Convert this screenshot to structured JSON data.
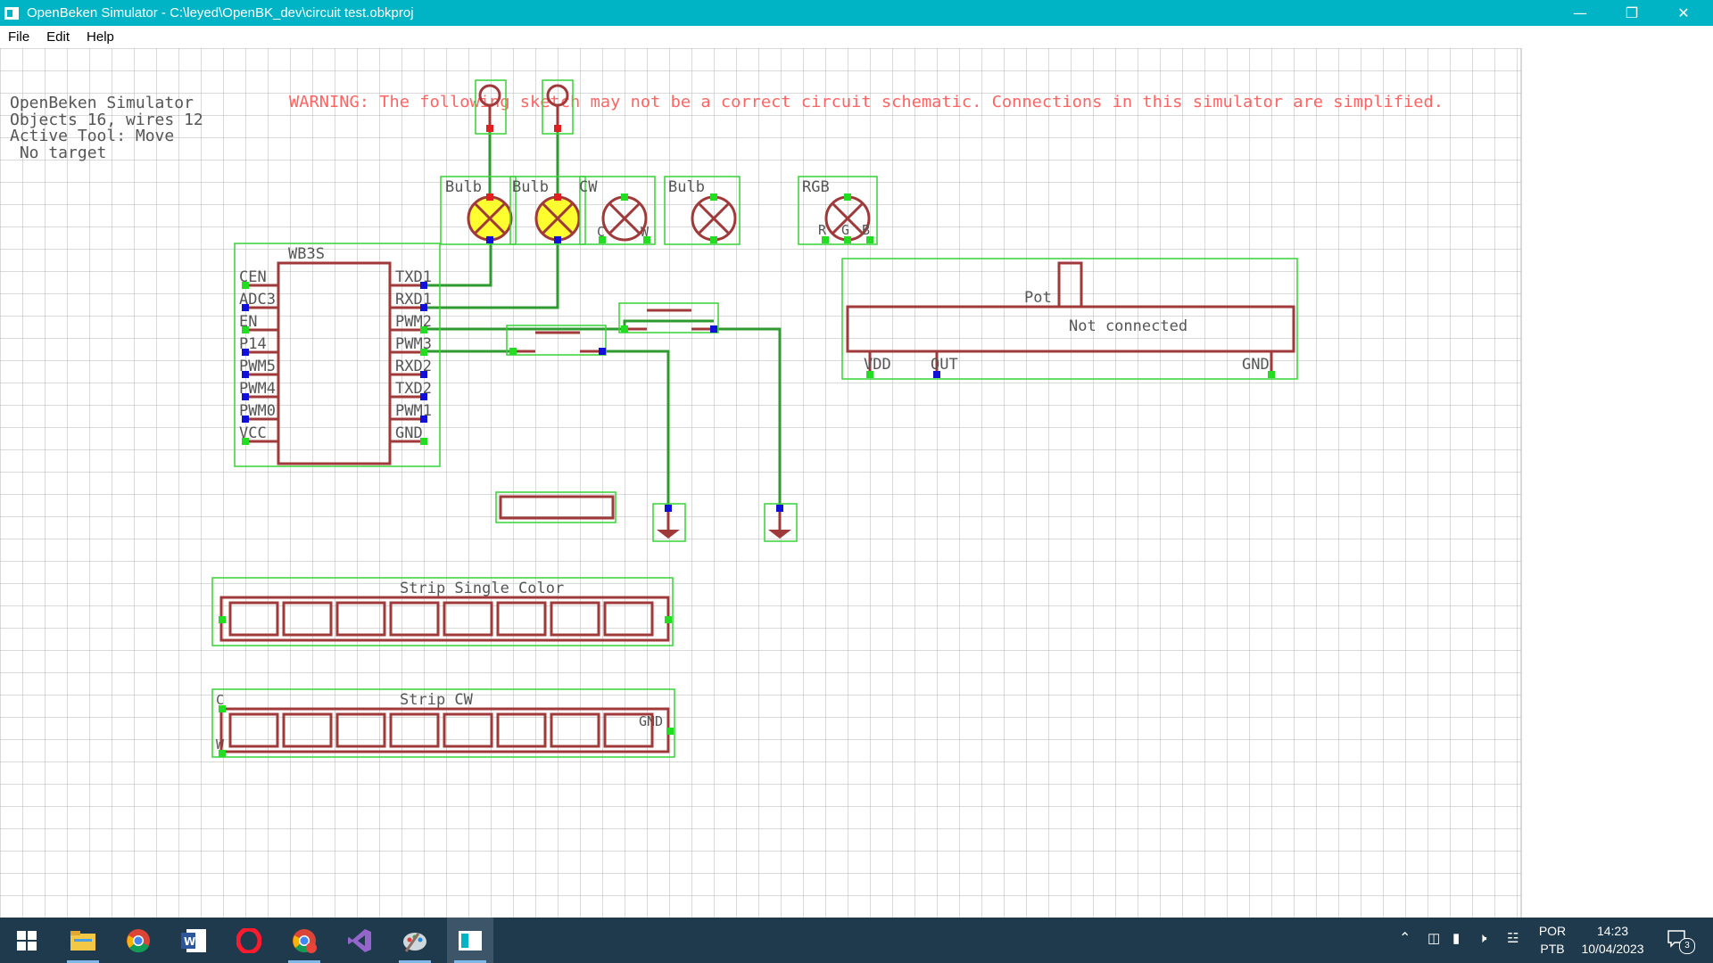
{
  "window": {
    "title": "OpenBeken Simulator - C:\\leyed\\OpenBK_dev\\circuit test.obkproj",
    "minimize_icon": "minimize-icon",
    "maximize_icon": "restore-icon",
    "close_icon": "close-icon"
  },
  "menu": {
    "file": "File",
    "edit": "Edit",
    "help": "Help"
  },
  "status": {
    "line1": "OpenBeken Simulator",
    "line2": "Objects 16, wires 12",
    "line3": "Active Tool: Move",
    "line4": " No target"
  },
  "warning": "WARNING: The following sketch may not be a correct circuit schematic. Connections in this simulator are simplified.",
  "components": {
    "bulb1": "Bulb",
    "bulb2": "Bulb",
    "cw": "CW",
    "bulb3": "Bulb",
    "rgb": "RGB",
    "chip": "WB3S",
    "chip_left_pins": [
      "CEN",
      "ADC3",
      "EN",
      "P14",
      "PWM5",
      "PWM4",
      "PWM0",
      "VCC"
    ],
    "chip_right_pins": [
      "TXD1",
      "RXD1",
      "PWM2",
      "PWM3",
      "RXD2",
      "TXD2",
      "PWM1",
      "GND"
    ],
    "cw_pins": [
      "C",
      "W"
    ],
    "rgb_pins": [
      "R",
      "G",
      "B"
    ],
    "pot_label": "Pot",
    "pot_status": "Not connected",
    "pot_pins": [
      "VDD",
      "OUT",
      "GND"
    ],
    "strip_single": "Strip Single Color",
    "strip_cw": "Strip CW",
    "strip_cw_pins": [
      "C",
      "W",
      "GND"
    ]
  },
  "colors": {
    "grid": "#b4b4b4",
    "component": "#a03a3a",
    "selection": "#36d436",
    "wire": "#2f9a2f",
    "warning": "#ff6464",
    "bulb_on": "#ffff30",
    "pin_blue": "#1010d8",
    "pin_green": "#22dd22",
    "pin_red": "#e02020",
    "titlebar": "#00b4c6",
    "taskbar": "#1f3a4c"
  },
  "taskbar": {
    "apps": [
      "start-icon",
      "file-explorer-icon",
      "chrome-icon",
      "word-icon",
      "opera-icon",
      "chrome-profile-icon",
      "visual-studio-icon",
      "paint-icon",
      "openbeken-simulator-icon"
    ],
    "lang_top": "POR",
    "lang_bottom": "PTB",
    "time": "14:23",
    "date": "10/04/2023",
    "notifications": "3"
  }
}
